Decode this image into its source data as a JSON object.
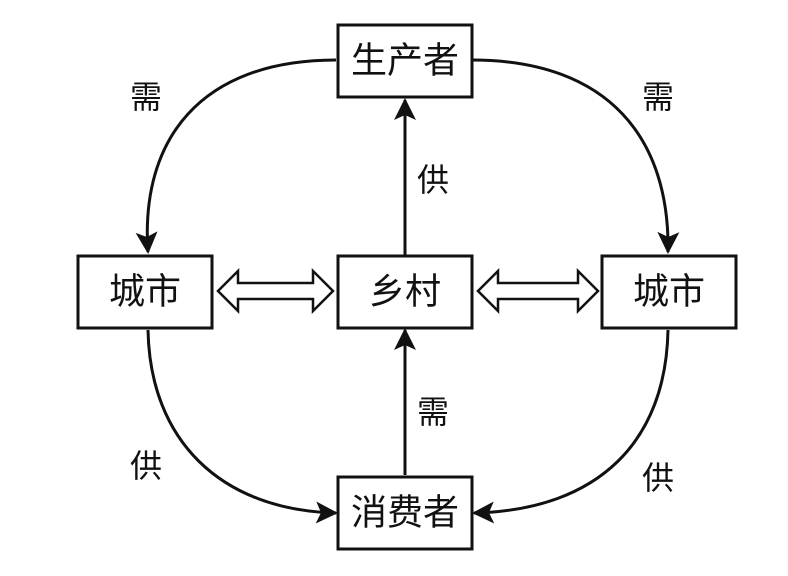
{
  "nodes": {
    "producer": "生产者",
    "city_left": "城市",
    "village": "乡村",
    "city_right": "城市",
    "consumer": "消费者"
  },
  "edges": {
    "top_left": "需",
    "top_right": "需",
    "center_upper": "供",
    "center_lower": "需",
    "bottom_left": "供",
    "bottom_right": "供"
  }
}
